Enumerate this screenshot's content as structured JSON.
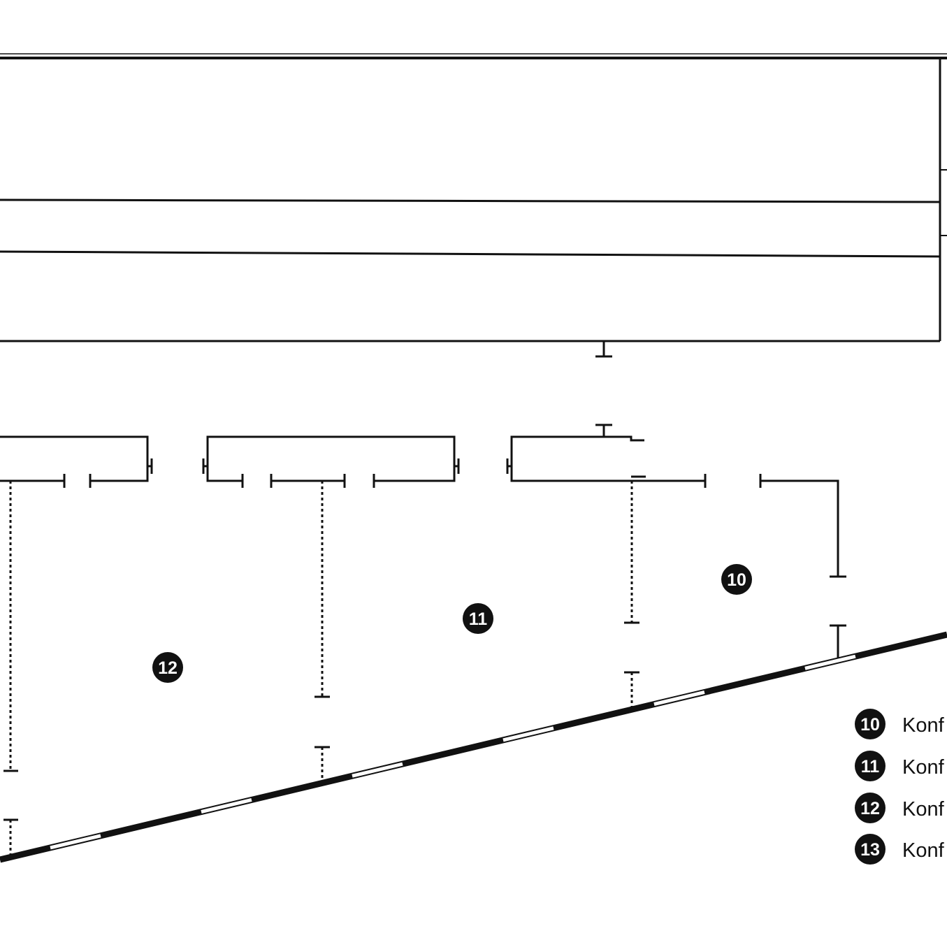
{
  "colors": {
    "line": "#111111",
    "background": "#ffffff",
    "marker_fill": "#111111",
    "marker_text": "#ffffff"
  },
  "markers": [
    "10",
    "11",
    "12"
  ],
  "legend": {
    "items": [
      {
        "number": "10",
        "label": "Konf"
      },
      {
        "number": "11",
        "label": "Konf"
      },
      {
        "number": "12",
        "label": "Konf"
      },
      {
        "number": "13",
        "label": "Konf"
      }
    ]
  }
}
